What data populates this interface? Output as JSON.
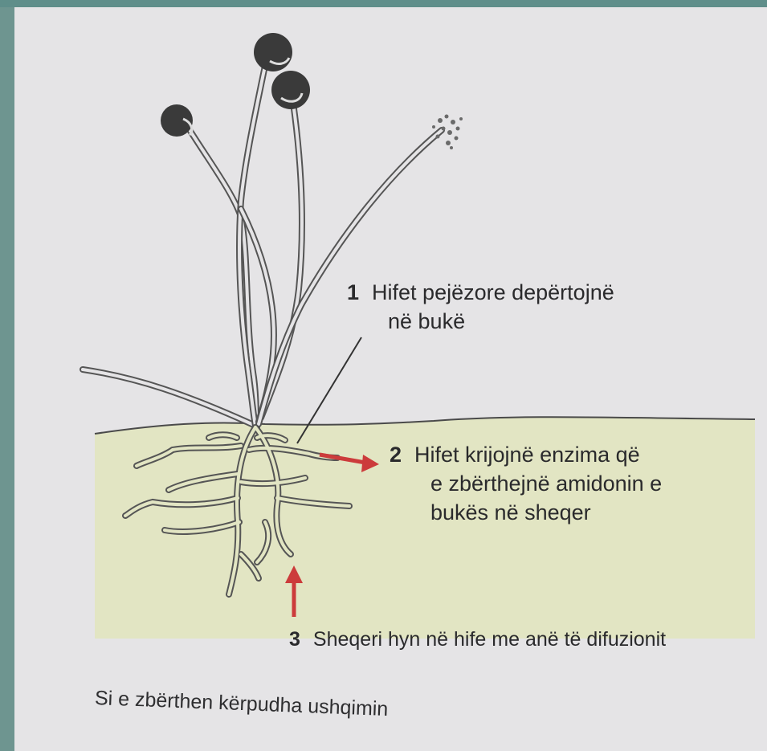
{
  "labels": [
    {
      "number": "1",
      "lines": [
        "Hifet pejëzore depërtojnë",
        "në bukë"
      ]
    },
    {
      "number": "2",
      "lines": [
        "Hifet krijojnë enzima që",
        "e zbërthejnë amidonin e",
        "bukës në sheqer"
      ]
    },
    {
      "number": "3",
      "lines": [
        "Sheqeri hyn në hife me anë të difuzionit"
      ]
    }
  ],
  "caption": "Si e zbërthen kërpudha ushqimin",
  "colors": {
    "bread": "#e2e5c3",
    "paper": "#e5e4e6",
    "arrow": "#cc3b3b",
    "sporangium": "#3a3a3a"
  }
}
